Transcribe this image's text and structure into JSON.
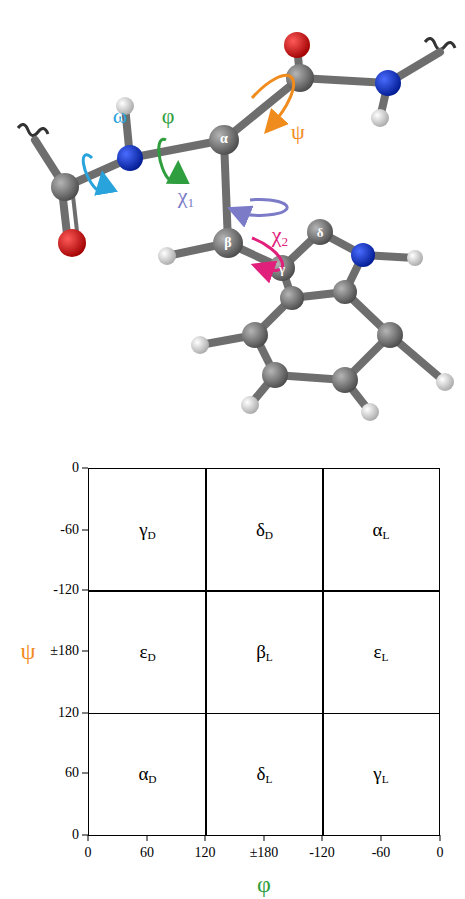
{
  "diagram": {
    "nodes": [
      {
        "text": [
          "γD"
        ]
      },
      {
        "text": [
          "δD"
        ]
      },
      {
        "text": [
          "αL"
        ]
      },
      {
        "text": [
          "εD"
        ]
      },
      {
        "text": [
          "βL"
        ]
      },
      {
        "text": [
          "εL"
        ]
      },
      {
        "text": [
          "αD"
        ]
      },
      {
        "text": [
          "δL"
        ]
      },
      {
        "text": [
          "γL"
        ]
      }
    ],
    "edges": [],
    "labels": [
      "ω",
      "φ",
      "ψ",
      "α",
      "χ1",
      "β",
      "χ2",
      "γ",
      "δ",
      "0",
      "-60",
      "-120",
      "±180",
      "120",
      "60",
      "0",
      "0",
      "60",
      "120",
      "±180",
      "-120",
      "-60",
      "0",
      "ψ",
      "φ"
    ]
  }
}
